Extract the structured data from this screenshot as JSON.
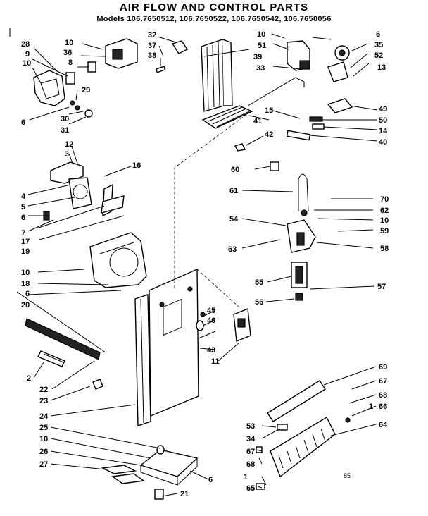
{
  "header": {
    "title": "AIR FLOW AND CONTROL PARTS",
    "models": "Models 106.7650512, 106.7650522, 106.7650542, 106.7650056"
  },
  "diagram": {
    "corner_mark": "85",
    "callouts": [
      "28",
      "9",
      "10",
      "8",
      "36",
      "10",
      "32",
      "37",
      "38",
      "29",
      "6",
      "30",
      "31",
      "39",
      "10",
      "51",
      "33",
      "6",
      "35",
      "52",
      "13",
      "49",
      "15",
      "50",
      "14",
      "41",
      "42",
      "40",
      "12",
      "3",
      "16",
      "4",
      "5",
      "6",
      "7",
      "17",
      "19",
      "60",
      "61",
      "70",
      "62",
      "10",
      "54",
      "59",
      "63",
      "58",
      "10",
      "18",
      "6",
      "20",
      "55",
      "57",
      "56",
      "45",
      "46",
      "43",
      "11",
      "2",
      "22",
      "23",
      "24",
      "69",
      "67",
      "68",
      "1",
      "66",
      "64",
      "53",
      "34",
      "25",
      "10",
      "26",
      "27",
      "67",
      "68",
      "1",
      "6",
      "65",
      "21"
    ]
  }
}
